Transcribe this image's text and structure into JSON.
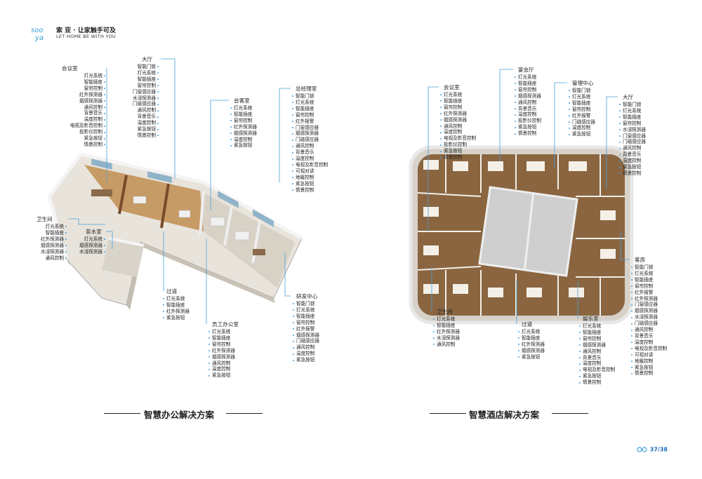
{
  "brand": {
    "name": "索 亚 · 让家触手可及",
    "slogan": "LET HOME BE WITH YOU",
    "accent": "#4aa0d8"
  },
  "office": {
    "caption": "智慧办公解决方案",
    "rooms": [
      {
        "title": "会议室",
        "items": [
          "灯光系统",
          "智能插座",
          "窗帘控制",
          "红外探测器",
          "烟感探测器",
          "通风控制",
          "背景音乐",
          "温度控制",
          "电视及影音控制",
          "投影仪控制",
          "紧急按钮",
          "情景控制"
        ]
      },
      {
        "title": "大厅",
        "items": [
          "智能门锁",
          "灯光系统",
          "智能插座",
          "窗帘控制",
          "门窗感应器",
          "水浸探测器",
          "门磁感应器",
          "通风控制",
          "背景音乐",
          "温度控制",
          "紧急按钮",
          "情景控制"
        ]
      },
      {
        "title": "会客室",
        "items": [
          "灯光系统",
          "智能插座",
          "窗帘控制",
          "红外探测器",
          "烟感探测器",
          "温度控制",
          "紧急按钮"
        ]
      },
      {
        "title": "总经理室",
        "items": [
          "智能门锁",
          "灯光系统",
          "智能插座",
          "窗帘控制",
          "红外报警",
          "门窗感应器",
          "烟感探测器",
          "门磁感应器",
          "通风控制",
          "背景音乐",
          "温度控制",
          "电视及影音控制",
          "可视对讲",
          "地暖控制",
          "紧急按钮",
          "情景控制"
        ]
      },
      {
        "title": "卫生间",
        "items": [
          "灯光系统",
          "智能插座",
          "红外探测器",
          "烟感探测器",
          "水浸探测器",
          "通风控制"
        ]
      },
      {
        "title": "茶水室",
        "items": [
          "灯光系统",
          "烟感探测器",
          "水浸探测器"
        ]
      },
      {
        "title": "过道",
        "items": [
          "灯光系统",
          "智能插座",
          "红外探测器",
          "紧急按钮"
        ]
      },
      {
        "title": "员工办公室",
        "items": [
          "灯光系统",
          "智能插座",
          "窗帘控制",
          "红外探测器",
          "烟感探测器",
          "通风控制",
          "温度控制",
          "紧急按钮"
        ]
      },
      {
        "title": "研发中心",
        "items": [
          "智能门锁",
          "灯光系统",
          "智能插座",
          "窗帘控制",
          "红外报警",
          "烟感探测器",
          "门磁感应器",
          "通风控制",
          "温度控制",
          "紧急按钮"
        ]
      }
    ]
  },
  "hotel": {
    "caption": "智慧酒店解决方案",
    "rooms": [
      {
        "title": "会议室",
        "items": [
          "灯光系统",
          "智能插座",
          "窗帘控制",
          "红外探测器",
          "烟感探测器",
          "通风控制",
          "温度控制",
          "电视及影音控制",
          "投影仪控制",
          "紧急按钮",
          "情景控制"
        ]
      },
      {
        "title": "宴会厅",
        "items": [
          "灯光系统",
          "智能插座",
          "窗帘控制",
          "烟感探测器",
          "通风控制",
          "背景音乐",
          "温度控制",
          "投影仪控制",
          "紧急按钮",
          "情景控制"
        ]
      },
      {
        "title": "管理中心",
        "items": [
          "智能门锁",
          "灯光系统",
          "智能插座",
          "窗帘控制",
          "红外报警",
          "门磁感应器",
          "温度控制",
          "紧急按钮"
        ]
      },
      {
        "title": "大厅",
        "items": [
          "智能门锁",
          "灯光系统",
          "智能插座",
          "窗帘控制",
          "水浸探测器",
          "门窗感应器",
          "门磁感应器",
          "通风控制",
          "背景音乐",
          "温度控制",
          "紧急按钮",
          "情景控制"
        ]
      },
      {
        "title": "客房",
        "items": [
          "智能门锁",
          "灯光系统",
          "智能插座",
          "窗帘控制",
          "红外报警",
          "红外探测器",
          "门窗感应器",
          "烟感探测器",
          "水浸探测器",
          "门磁感应器",
          "通风控制",
          "背景音乐",
          "温度控制",
          "电视及影音控制",
          "可视对讲",
          "地暖控制",
          "紧急按钮",
          "情景控制"
        ]
      },
      {
        "title": "卫生间",
        "items": [
          "灯光系统",
          "智能插座",
          "红外探测器",
          "水浸探测器",
          "通风控制"
        ]
      },
      {
        "title": "过道",
        "items": [
          "灯光系统",
          "智能插座",
          "红外探测器",
          "烟感探测器",
          "紧急按钮"
        ]
      },
      {
        "title": "娱乐室",
        "items": [
          "灯光系统",
          "智能插座",
          "窗帘控制",
          "烟感探测器",
          "通风控制",
          "背景音乐",
          "温度控制",
          "电视及影音控制",
          "紧急按钮",
          "情景控制"
        ]
      }
    ]
  },
  "page_number": "37/38"
}
